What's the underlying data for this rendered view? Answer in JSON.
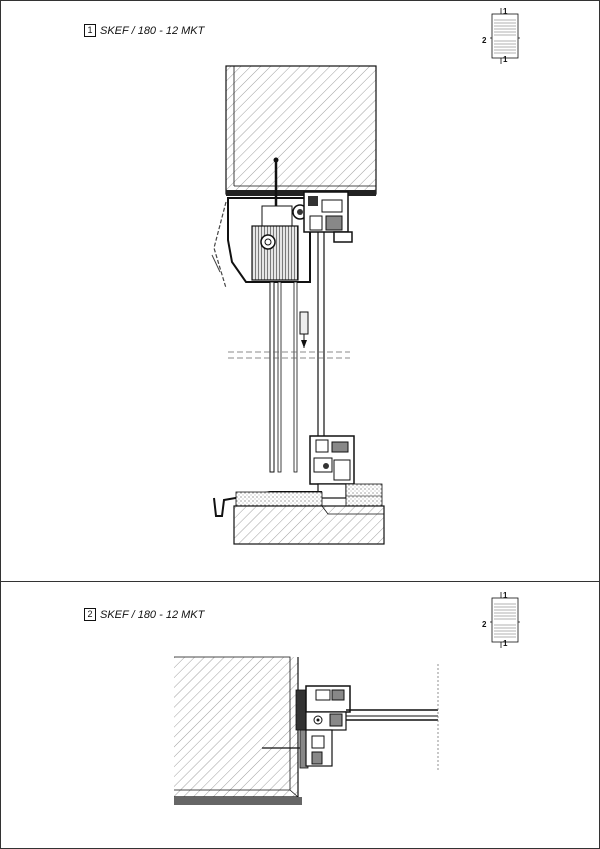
{
  "sections": [
    {
      "number": "1",
      "title": "SKEF / 180 - 12 MKT"
    },
    {
      "number": "2",
      "title": "SKEF / 180 - 12 MKT"
    }
  ],
  "key_plan": {
    "cut_vertical": "1",
    "cut_horizontal": "2"
  }
}
